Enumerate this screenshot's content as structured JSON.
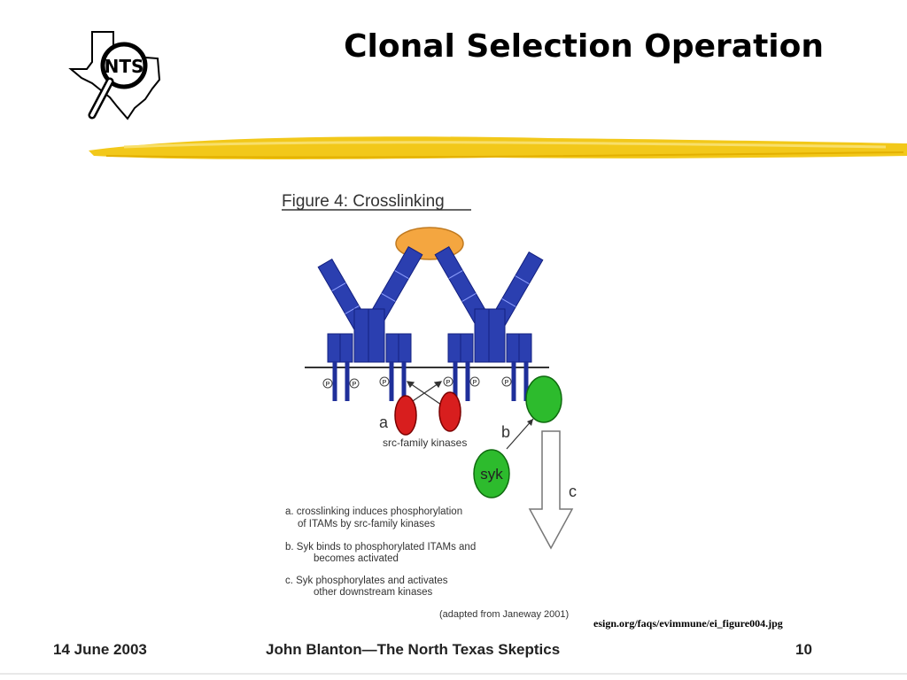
{
  "slide": {
    "title": "Clonal Selection Operation",
    "source": "esign.org/faqs/evimmune/ei_figure004.jpg",
    "logo_text": "NTS"
  },
  "figure": {
    "title": "Figure 4: Crosslinking",
    "label_a": "a",
    "label_b": "b",
    "label_c": "c",
    "kinase_label": "src-family kinases",
    "syk_label": "syk",
    "phospho_marker": "P",
    "notes": [
      {
        "line1": "a. crosslinking induces phosphorylation",
        "line2": "of ITAMs by src-family kinases"
      },
      {
        "line1": "b.  Syk binds to phosphorylated ITAMs and",
        "line2": "becomes activated"
      },
      {
        "line1": "c. Syk phosphorylates and activates",
        "line2": "other downstream kinases"
      }
    ],
    "credit": "(adapted from Janeway 2001)"
  },
  "footer": {
    "date": "14 June 2003",
    "author": "John Blanton—The North Texas Skeptics",
    "page": "10"
  },
  "colors": {
    "antibody_blue": "#2b3fb0",
    "antigen_orange": "#f4a640",
    "kinase_red": "#d81e1e",
    "syk_green": "#2dbb2d",
    "highlight_yellow": "#f2c81a"
  }
}
